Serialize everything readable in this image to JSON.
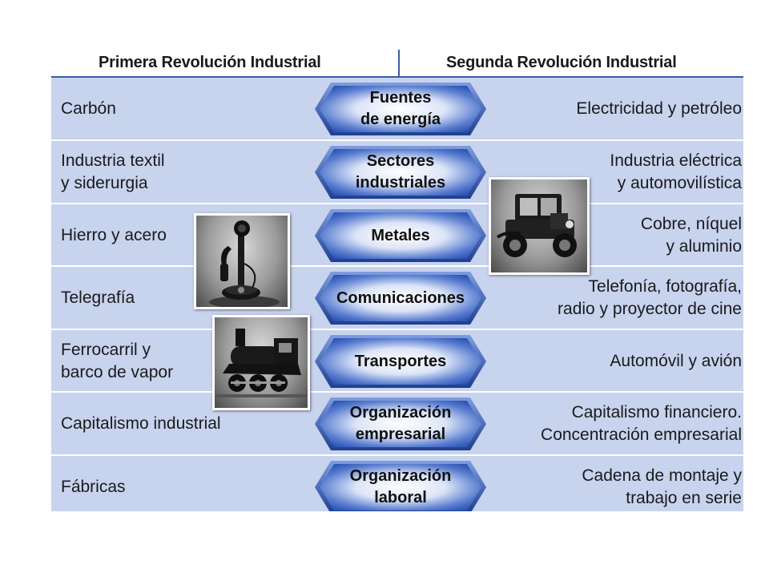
{
  "header": {
    "left": "Primera Revolución Industrial",
    "right": "Segunda Revolución Industrial"
  },
  "rows": [
    {
      "left": "Carbón",
      "center": "Fuentes\nde energía",
      "right": "Electricidad y petróleo"
    },
    {
      "left": "Industria textil\ny siderurgia",
      "center": "Sectores\nindustriales",
      "right": "Industria eléctrica\ny automovilística"
    },
    {
      "left": "Hierro y acero",
      "center": "Metales",
      "right": "Cobre, níquel\ny aluminio"
    },
    {
      "left": "Telegrafía",
      "center": "Comunicaciones",
      "right": "Telefonía, fotografía,\nradio y proyector de cine"
    },
    {
      "left": "Ferrocarril y\nbarco de vapor",
      "center": "Transportes",
      "right": "Automóvil y avión"
    },
    {
      "left": "Capitalismo industrial",
      "center": "Organización\nempresarial",
      "right": "Capitalismo financiero.\nConcentración empresarial"
    },
    {
      "left": "Fábricas",
      "center": "Organización\nlaboral",
      "right": "Cadena de montaje y\ntrabajo en serie"
    }
  ],
  "colors": {
    "row_background": "#c8d3ee",
    "hex_fill_center": "#ffffff",
    "hex_fill_edge": "#2f55b4",
    "divider": "#3a5ca8"
  },
  "images": [
    {
      "name": "telephone-photo",
      "depicts": "candlestick telephone"
    },
    {
      "name": "car-photo",
      "depicts": "vintage automobile"
    },
    {
      "name": "locomotive-photo",
      "depicts": "steam locomotive"
    }
  ]
}
